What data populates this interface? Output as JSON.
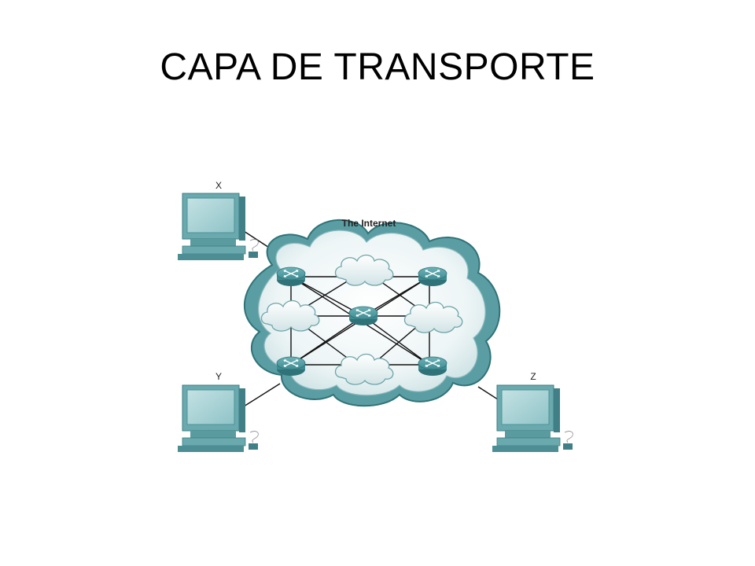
{
  "slide": {
    "title": "CAPA DE TRANSPORTE"
  },
  "diagram": {
    "network_label": "The Internet",
    "hosts": [
      {
        "id": "host-x",
        "label": "X"
      },
      {
        "id": "host-y",
        "label": "Y"
      },
      {
        "id": "host-z",
        "label": "Z"
      }
    ],
    "colors": {
      "cloud_outer": "#3f8a90",
      "cloud_body": "#e8f2f3",
      "router": "#3e8c92",
      "monitor_screen": "#a9d3d6",
      "monitor_case": "#62a3a8",
      "link": "#111111"
    },
    "icons": [
      "computer-icon",
      "router-icon",
      "cloud-icon"
    ]
  }
}
